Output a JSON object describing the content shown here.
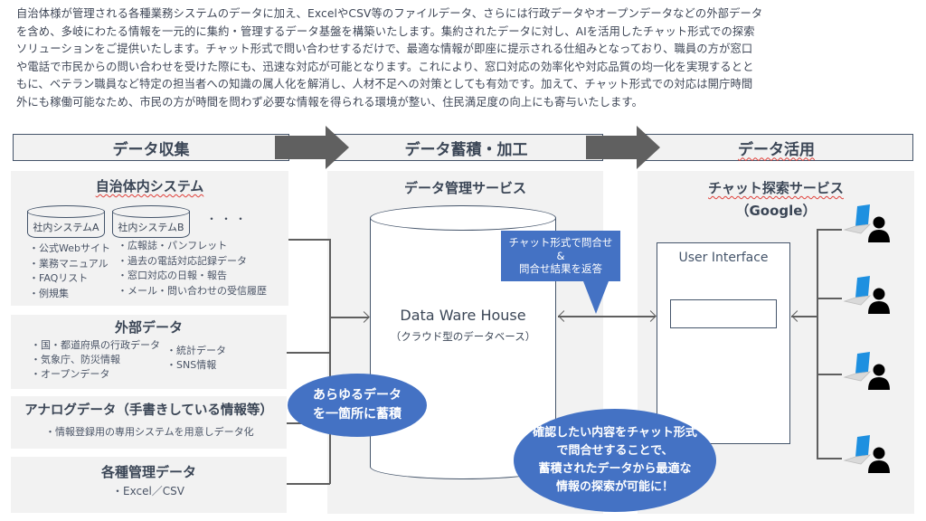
{
  "intro": {
    "lines": [
      "自治体様が管理される各種業務システムのデータに加え、ExcelやCSV等のファイルデータ、さらには行政データやオープンデータなどの外部データ",
      "を含め、多岐にわたる情報を一元的に集約・管理するデータ基盤を構築いたします。集約されたデータに対し、AIを活用したチャット形式での探索",
      "ソリューションをご提供いたします。チャット形式で問い合わせするだけで、最適な情報が即座に提示される仕組みとなっており、職員の方が窓口",
      "や電話で市民からの問い合わせを受けた際にも、迅速な対応が可能となります。これにより、窓口対応の効率化や対応品質の均一化を実現するとと",
      "もに、ベテラン職員など特定の担当者への知識の属人化を解消し、人材不足への対策としても有効です。加えて、チャット形式での対応は開庁時間",
      "外にも稼働可能なため、市民の方が時間を問わず必要な情報を得られる環境が整い、住民満足度の向上にも寄与いたします。"
    ]
  },
  "stages": [
    {
      "label": "データ収集"
    },
    {
      "label": "データ蓄積・加工"
    },
    {
      "label": "データ活用"
    }
  ],
  "collection": {
    "internal": {
      "title": "自治体内システム",
      "systems": [
        "社内システムA",
        "社内システムB"
      ],
      "ellipsis": "・・・",
      "left_items": [
        "・公式Webサイト",
        "・業務マニュアル",
        "・FAQリスト",
        "・例規集"
      ],
      "right_items": [
        "・広報誌・パンフレット",
        "・過去の電話対応記録データ",
        "・窓口対応の日報・報告",
        "・メール・問い合わせの受信履歴"
      ]
    },
    "external": {
      "title": "外部データ",
      "left_items": [
        "・国・都道府県の行政データ",
        "・気象庁、防災情報",
        "・オープンデータ"
      ],
      "right_items": [
        "・統計データ",
        "・SNS情報"
      ]
    },
    "analog": {
      "title": "アナログデータ（手書きしている情報等）",
      "items": [
        "・情報登録用の専用システムを用意しデータ化"
      ]
    },
    "managed": {
      "title": "各種管理データ",
      "items": [
        "・Excel／CSV"
      ]
    }
  },
  "storage": {
    "title": "データ管理サービス",
    "dwh_title": "Data Ware House",
    "dwh_subtitle": "（クラウド型のデータベース）",
    "callout_lines": [
      "チャット形式で問合せ",
      "&",
      "問合せ結果を返答"
    ],
    "bubble_lines": [
      "あらゆるデータ",
      "を一箇所に蓄積"
    ]
  },
  "usage": {
    "title": "チャット探索サービス",
    "subtitle": "（Google）",
    "ui_title": "User Interface",
    "user_count": 4,
    "bubble_lines": [
      "確認したい内容をチャット形式",
      "で問合せすることで、",
      "蓄積されたデータから最適な",
      "情報の探索が可能に！"
    ]
  },
  "colors": {
    "accent_blue": "#4472c4",
    "border_navy": "#44546a",
    "panel_gray": "#f2f2f2",
    "arrow_gray": "#606060"
  }
}
